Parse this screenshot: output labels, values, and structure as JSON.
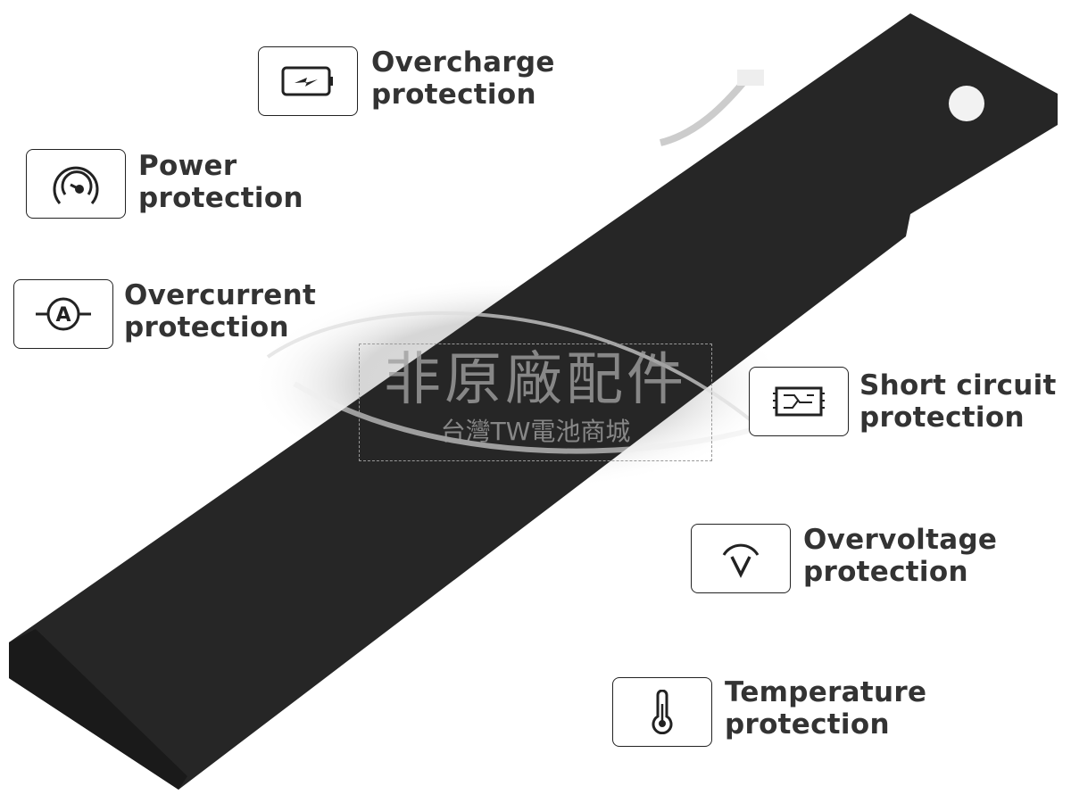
{
  "features": [
    {
      "id": "overcharge",
      "icon": "battery-charge-icon",
      "line1": "Overcharge",
      "line2": "protection"
    },
    {
      "id": "power",
      "icon": "gauge-icon",
      "line1": "Power",
      "line2": "protection"
    },
    {
      "id": "overcurrent",
      "icon": "ammeter-icon",
      "line1": "Overcurrent",
      "line2": "protection"
    },
    {
      "id": "short-circuit",
      "icon": "circuit-board-icon",
      "line1": "Short circuit",
      "line2": "protection"
    },
    {
      "id": "overvoltage",
      "icon": "voltage-icon",
      "line1": "Overvoltage",
      "line2": "protection"
    },
    {
      "id": "temperature",
      "icon": "thermometer-icon",
      "line1": "Temperature",
      "line2": "protection"
    }
  ],
  "watermark": {
    "line1": "非原廠配件",
    "line2": "台灣TW電池商城"
  },
  "colors": {
    "battery": "#262626",
    "text": "#333333"
  }
}
